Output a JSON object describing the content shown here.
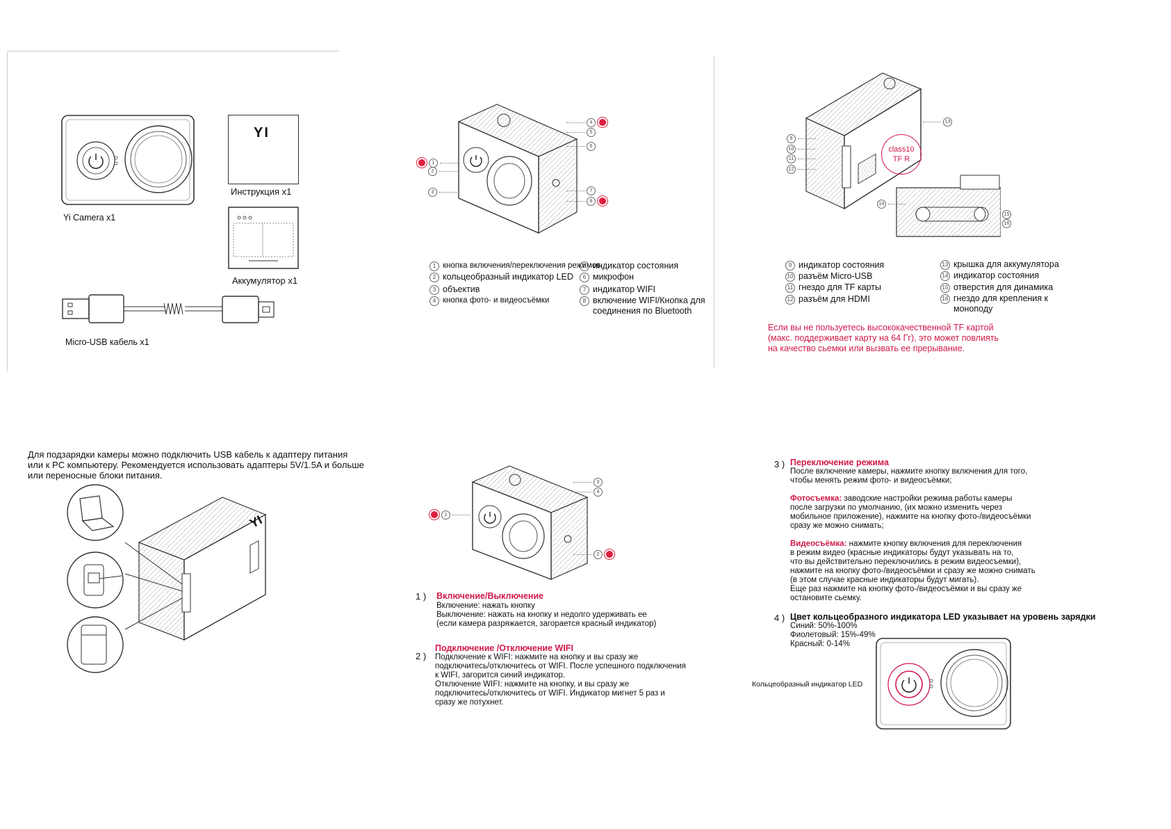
{
  "colors": {
    "accent_red": "#d11a4a",
    "led_red": "#e21e3e",
    "line": "#333333"
  },
  "box_contents": {
    "instruction_logo": "YI",
    "camera_label": "Yi Camera x1",
    "instruction_label": "Инструкция x1",
    "battery_label": "Аккумулятор x1",
    "cable_label": "Micro-USB кабель x1"
  },
  "front_legend": [
    {
      "n": "1",
      "text": "кнопка включения/переключения режимов"
    },
    {
      "n": "2",
      "text": "кольцеобразный индикатор LED"
    },
    {
      "n": "3",
      "text": "объектив"
    },
    {
      "n": "4",
      "text": "кнопка фото- и видеосъёмки"
    },
    {
      "n": "5",
      "text": "индикатор состояния"
    },
    {
      "n": "6",
      "text": "микрофон"
    },
    {
      "n": "7",
      "text": "индикатор WIFI"
    },
    {
      "n": "8",
      "text": "включение WIFI/Кнопка для",
      "text2": "соединения по Bluetooth"
    }
  ],
  "back_legend": [
    {
      "n": "9",
      "text": "индикатор состояния"
    },
    {
      "n": "10",
      "text": "разъём Micro-USB"
    },
    {
      "n": "11",
      "text": "гнездо для TF карты"
    },
    {
      "n": "12",
      "text": "разъём для HDMI"
    },
    {
      "n": "13",
      "text": "крышка для аккумулятора"
    },
    {
      "n": "14",
      "text": "индикатор состояния"
    },
    {
      "n": "15",
      "text": "отверстия для динамика"
    },
    {
      "n": "16",
      "text": "гнездо для крепления к",
      "text2": "моноподу"
    }
  ],
  "card_label": {
    "line1": "class10",
    "line2": "TF R"
  },
  "tf_warning": [
    "Если вы не пользуетесь высококачественной TF картой",
    "(макс. поддерживает карту на 64 Гг), это может повлиять",
    "на качество сьемки или вызвать ее прерывание."
  ],
  "charging_text": [
    "Для подзарядки камеры можно подключить USB кабель к адаптеру питания",
    "или к PC компьютеру. Рекомендуется использовать адаптеры 5V/1.5A и больше",
    "или переносные блоки питания."
  ],
  "camera_logo": "YI",
  "section1": {
    "num": "1 )",
    "title": "Включение/Выключение",
    "lines": [
      "Включение: нажать кнопку",
      "Выключение: нажать на кнопку и недолго удерживать ее",
      "(если камера разряжается, загорается красный индикатор)"
    ]
  },
  "section2": {
    "num": "2 )",
    "title": "Подключение /Отключение WIFI",
    "lines": [
      "Подключение к WIFI: нажмите на кнопку и вы сразу же",
      "подключитесь/отключитесь от WIFI. После успешного подключения",
      "к WIFI, загорится синий индикатор.",
      " Отключение WIFI: нажмите на кнопку, и вы сразу же",
      "подключитесь/отключитесь от WIFI. Индикатор мигнет 5 раз и",
      "сразу же потухнет."
    ]
  },
  "section3": {
    "num": "3 )",
    "title": "Переключение режима",
    "intro": [
      "После включение камеры, нажмите кнопку включения для того,",
      "чтобы менять режим фото- и видеосъёмки;"
    ],
    "photo_title": "Фотосъемка:",
    "photo_lines": [
      " заводские настройки режима работы камеры",
      "после загрузки по умолчанию, (их можно изменить через",
      "мобильное приложение), нажмите на кнопку фото-/видеосъёмки",
      "сразу же можно снимать;"
    ],
    "video_title": "Видеосъёмка:",
    "video_lines": [
      "  нажмите кнопку включения для переключения",
      "в режим видео (красные индикаторы будут указывать на то,",
      "что вы действительно переключились в режим видеосъемки),",
      "нажмите на кнопку фото-/видеосъёмки и сразу же можно снимать",
      "(в этом случае красные индикаторы будут мигать).",
      "Еще раз нажмите на кнопку фото-/видеосъёмки и вы сразу же",
      "остановите сьемку."
    ]
  },
  "section4": {
    "num": "4 )",
    "title": "Цвет кольцеобразного индикатора LED указывает на уровень зарядки",
    "lines": [
      "Синий: 50%-100%",
      "Фиолетовый: 15%-49%",
      "Красный: 0-14%"
    ],
    "led_label": "Кольцеобразный индикатор LED"
  }
}
